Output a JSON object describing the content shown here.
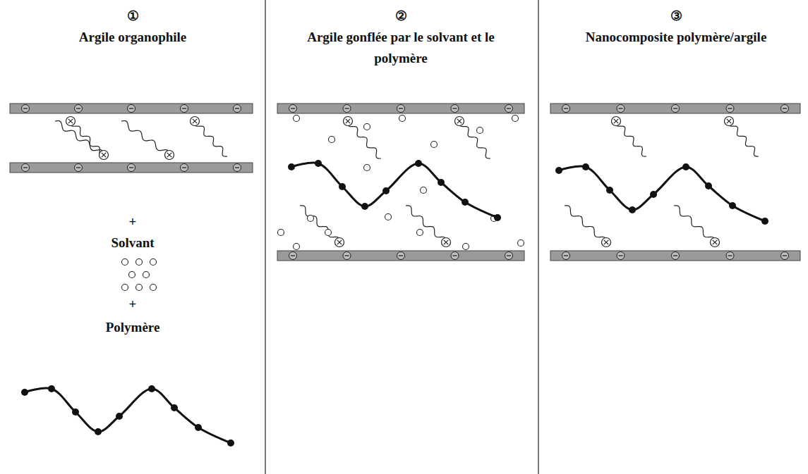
{
  "diagram": {
    "labels": [
      "①",
      "Argile organophile",
      "+",
      "Solvant",
      "+",
      "Polymère",
      "②",
      "Argile gonflée par le solvant et le polymère",
      "③",
      "Nanocomposite polymère/argile"
    ]
  }
}
